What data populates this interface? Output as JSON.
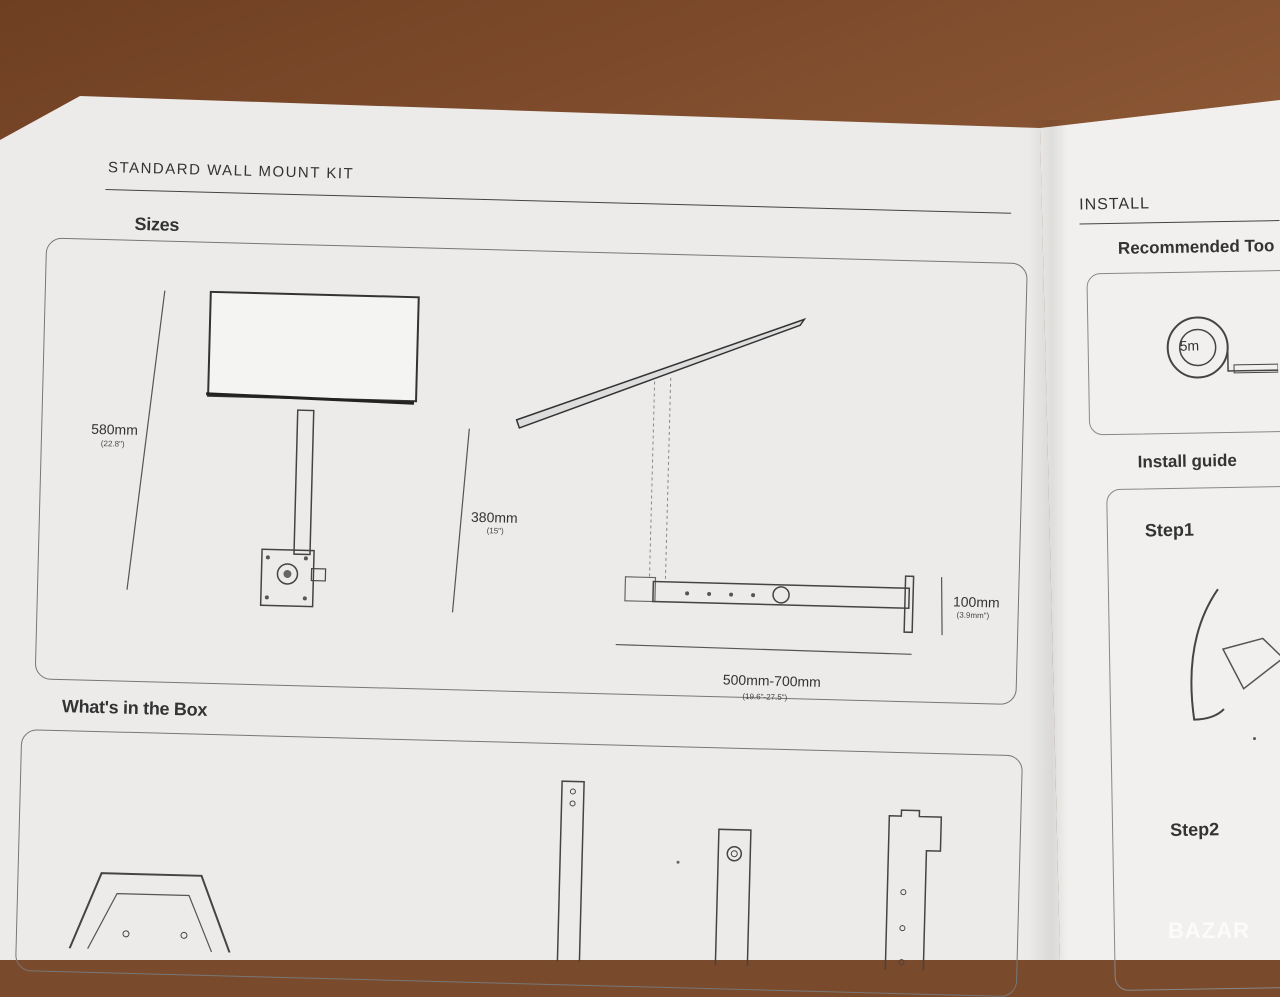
{
  "left": {
    "kit_title": "STANDARD WALL MOUNT KIT",
    "sizes_title": "Sizes",
    "box_title": "What's in the Box",
    "dimensions": {
      "height_total": "580mm",
      "height_total_in": "(22.8\")",
      "height_side": "380mm",
      "height_side_in": "(15\")",
      "plate": "100mm",
      "plate_in": "(3.9mm\")",
      "arm": "500mm-700mm",
      "arm_in": "(19.6\"-27.5\")"
    }
  },
  "right": {
    "install_title": "INSTALL",
    "recommended_tools": "Recommended Too",
    "tape_label": "5m",
    "install_guide": "Install guide",
    "step1": "Step1",
    "step2": "Step2"
  },
  "watermark": "BAZAR"
}
